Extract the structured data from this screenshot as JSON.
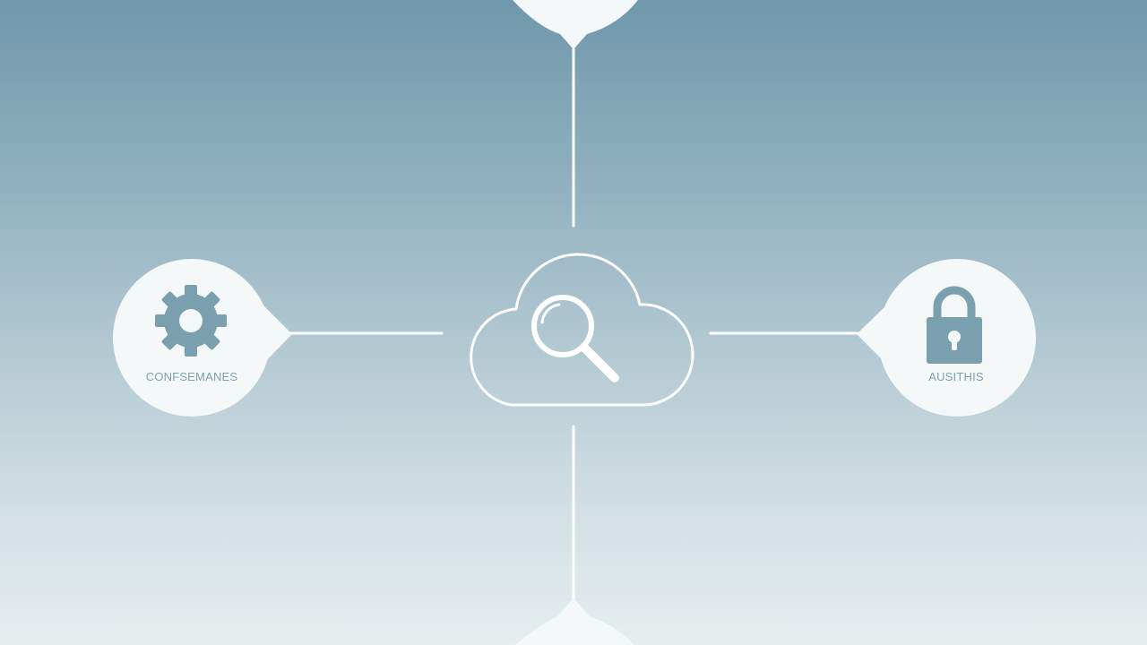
{
  "diagram": {
    "center": {
      "icon": "cloud-search-icon"
    },
    "nodes": [
      {
        "id": "left",
        "icon": "gear-icon",
        "label": "CONFSEMANES"
      },
      {
        "id": "right",
        "icon": "lock-icon",
        "label": "AUSITHIS"
      },
      {
        "id": "top",
        "icon": "",
        "label": ""
      },
      {
        "id": "bottom",
        "icon": "",
        "label": ""
      }
    ],
    "colors": {
      "line": "#ffffff",
      "node_fill": "#f5f8f9",
      "icon": "#7a9fae",
      "label": "#7e9fae"
    }
  }
}
